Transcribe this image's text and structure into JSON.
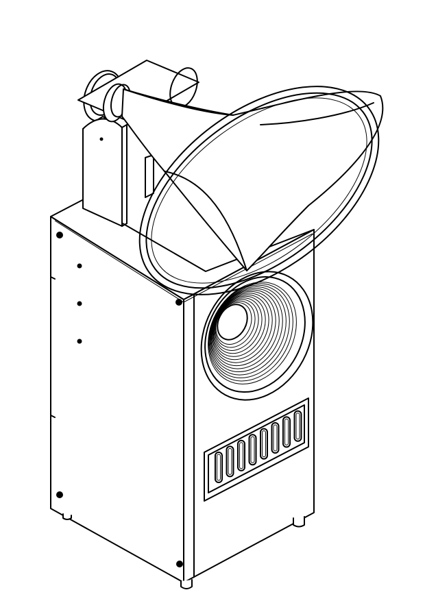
{
  "drawing": {
    "subject": "loudspeaker-cabinet-with-horn",
    "background": "#ffffff",
    "line_color": "#000000",
    "woofer_rings": 14,
    "port_slots": 8
  }
}
